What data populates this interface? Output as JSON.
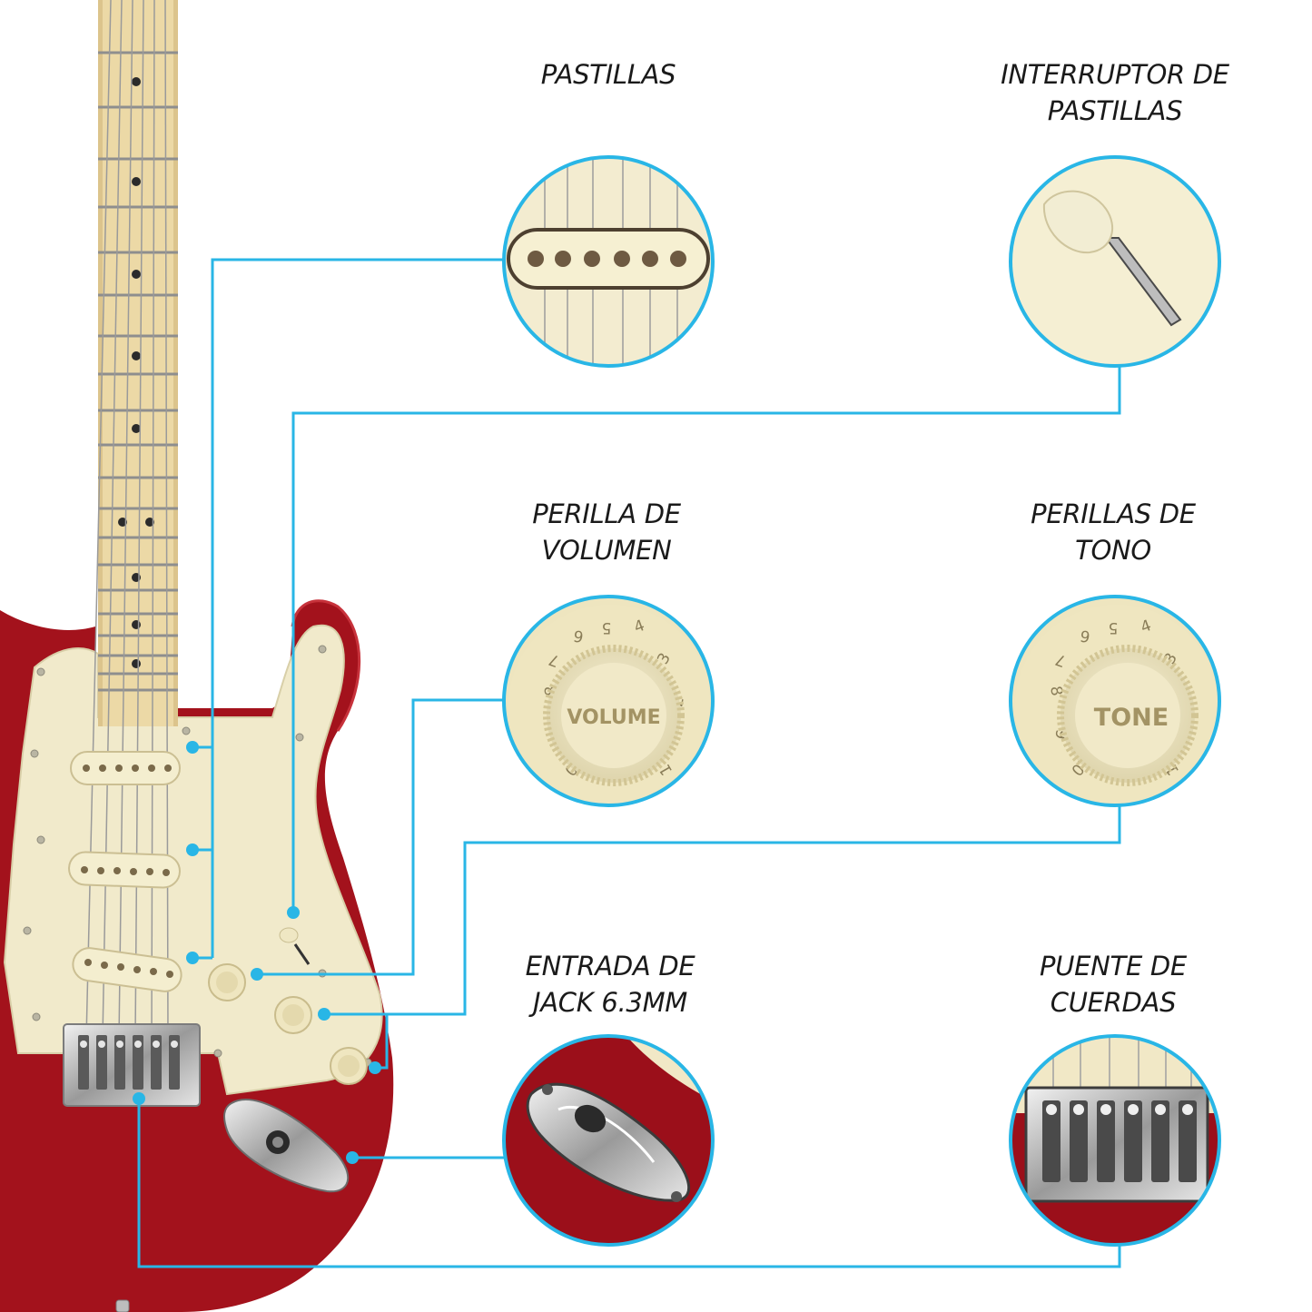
{
  "callouts": [
    {
      "id": "pickups",
      "lines": [
        "PASTILLAS"
      ]
    },
    {
      "id": "pickup-switch",
      "lines": [
        "INTERRUPTOR DE",
        "PASTILLAS"
      ]
    },
    {
      "id": "volume-knob",
      "lines": [
        "PERILLA DE",
        "VOLUMEN"
      ],
      "knob_text": "VOLUME"
    },
    {
      "id": "tone-knobs",
      "lines": [
        "PERILLAS DE",
        "TONO"
      ],
      "knob_text": "TONE"
    },
    {
      "id": "jack-input",
      "lines": [
        "ENTRADA DE",
        "JACK 6.3MM"
      ]
    },
    {
      "id": "bridge",
      "lines": [
        "PUENTE DE",
        "CUERDAS"
      ]
    }
  ],
  "colors": {
    "leader_line": "#29b6e6",
    "body_red": "#a3121c",
    "pickguard_cream": "#f1eacb",
    "maple_neck": "#ecd9a6",
    "chrome": "#c9c9c9"
  }
}
